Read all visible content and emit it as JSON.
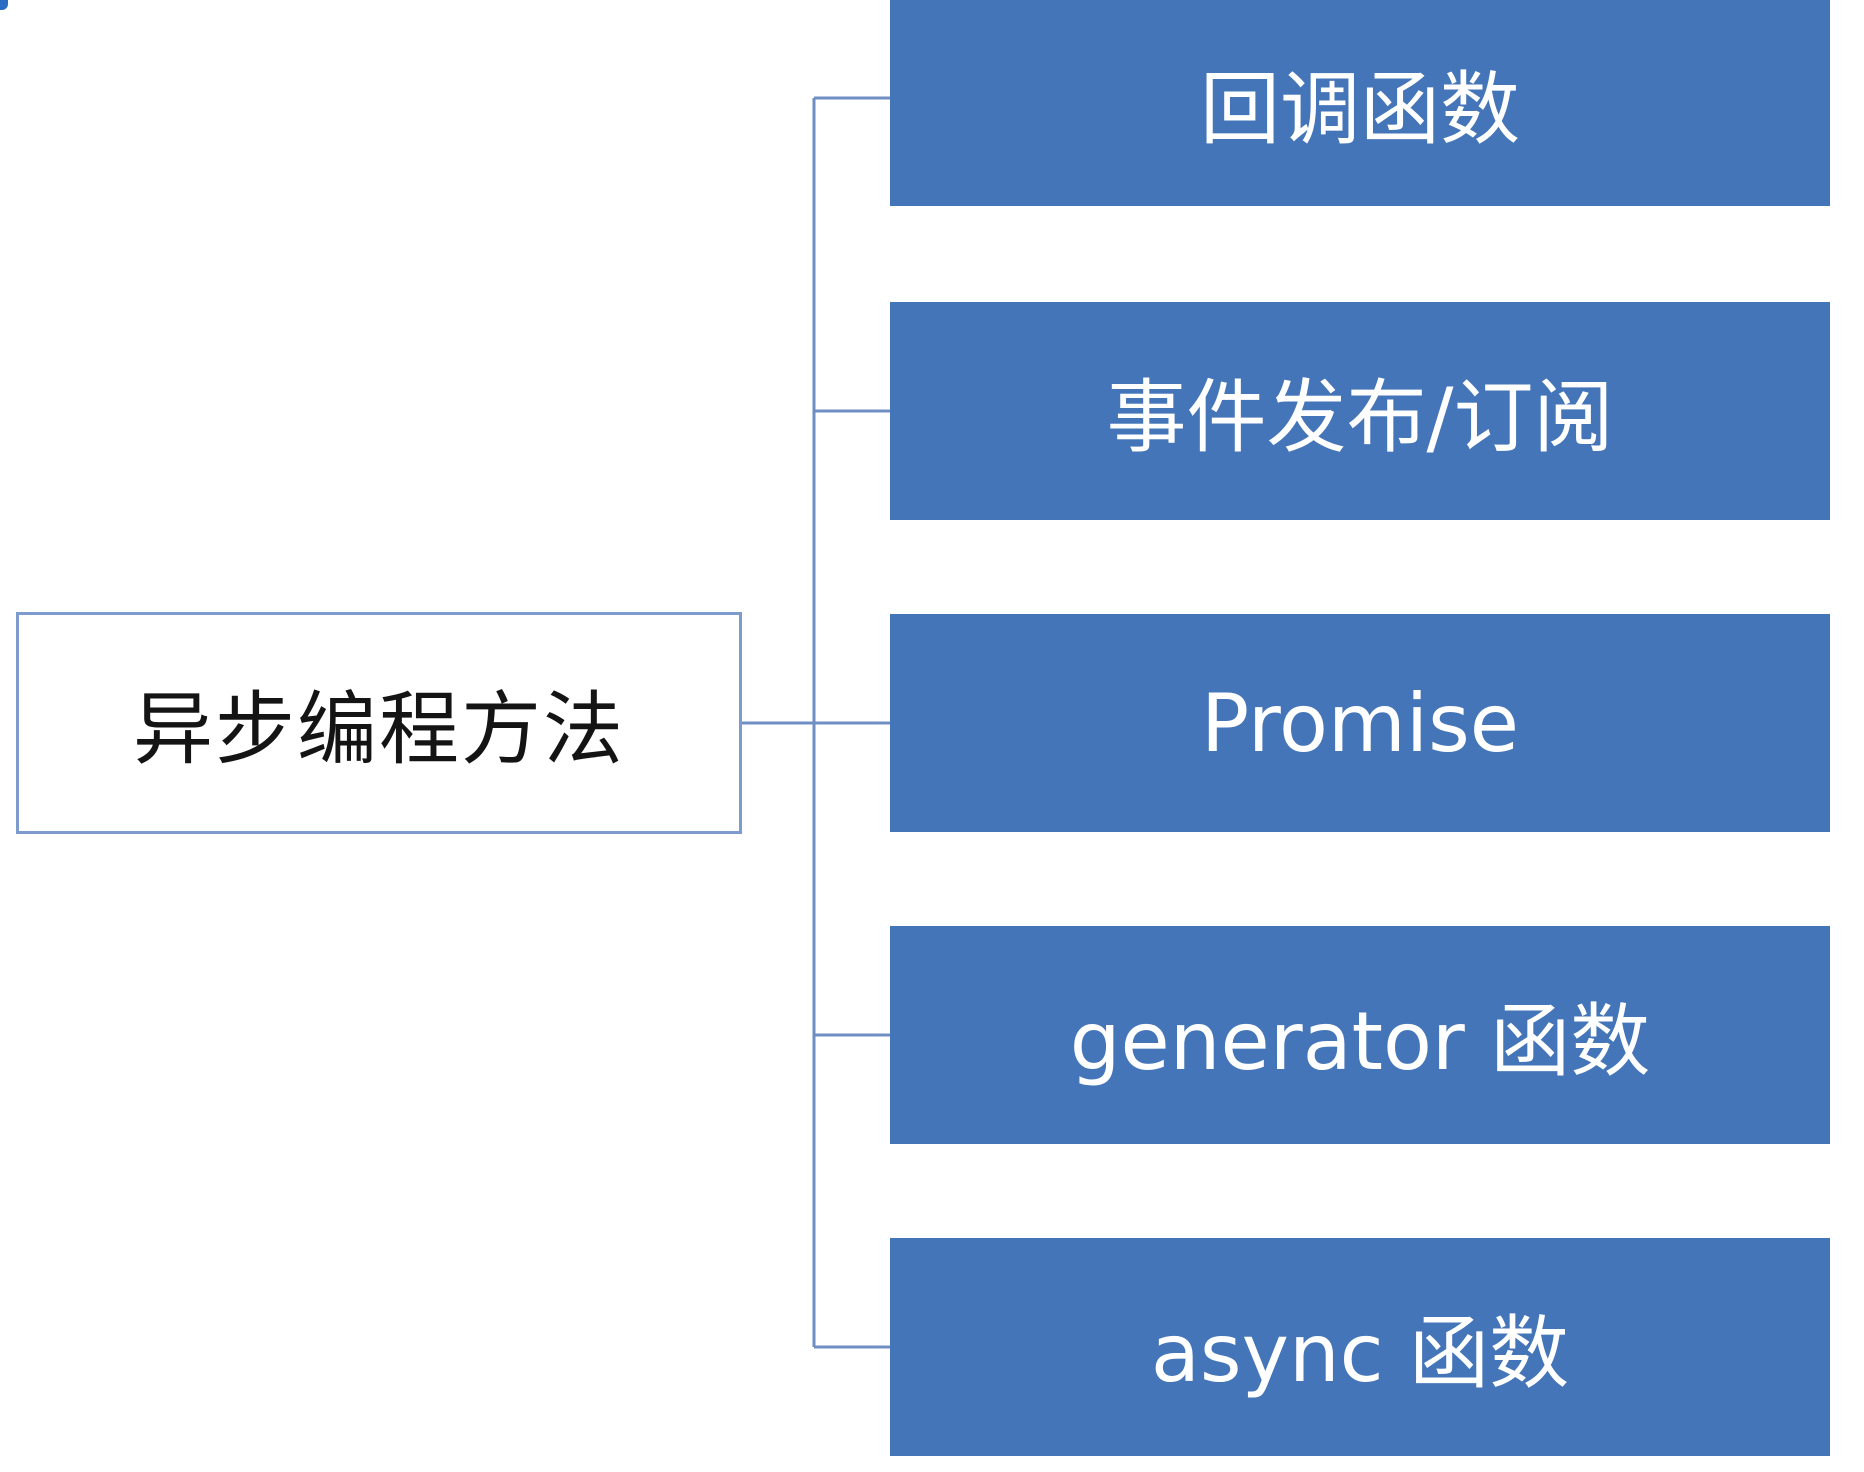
{
  "diagram": {
    "root": {
      "label": "异步编程方法"
    },
    "children": [
      {
        "label": "回调函数"
      },
      {
        "label": "事件发布/订阅"
      },
      {
        "label": "Promise"
      },
      {
        "label": "generator 函数"
      },
      {
        "label": "async 函数"
      }
    ]
  },
  "colors": {
    "node_fill": "#4475b8",
    "node_text": "#ffffff",
    "root_border": "#7d9ccd",
    "root_text": "#141414",
    "connector": "#6f8fc4"
  }
}
